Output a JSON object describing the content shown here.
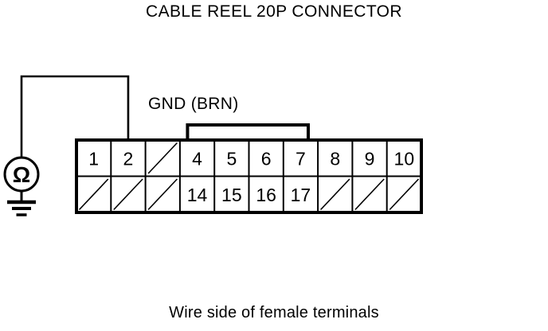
{
  "diagram": {
    "title": "CABLE REEL 20P CONNECTOR",
    "caption": "Wire side of female terminals",
    "wire_label": "GND (BRN)",
    "meter": {
      "type": "ohmmeter",
      "symbol": "Ω",
      "name": "ohmmeter-symbol"
    },
    "ground": {
      "name": "chassis-ground-symbol",
      "bars": 3
    },
    "probe_wire": {
      "from": "ohmmeter",
      "to_pin": "2",
      "label": "GND (BRN)"
    },
    "connector": {
      "name": "cable-reel-20p-connector",
      "columns": 10,
      "rows": 2,
      "latch_tab": true,
      "top_row": [
        {
          "label": "1",
          "blank": false
        },
        {
          "label": "2",
          "blank": false
        },
        {
          "label": "",
          "blank": true
        },
        {
          "label": "4",
          "blank": false
        },
        {
          "label": "5",
          "blank": false
        },
        {
          "label": "6",
          "blank": false
        },
        {
          "label": "7",
          "blank": false
        },
        {
          "label": "8",
          "blank": false
        },
        {
          "label": "9",
          "blank": false
        },
        {
          "label": "10",
          "blank": false
        }
      ],
      "bottom_row": [
        {
          "label": "",
          "blank": true
        },
        {
          "label": "",
          "blank": true
        },
        {
          "label": "",
          "blank": true
        },
        {
          "label": "14",
          "blank": false
        },
        {
          "label": "15",
          "blank": false
        },
        {
          "label": "16",
          "blank": false
        },
        {
          "label": "17",
          "blank": false
        },
        {
          "label": "",
          "blank": true
        },
        {
          "label": "",
          "blank": true
        },
        {
          "label": "",
          "blank": true
        }
      ]
    },
    "colors": {
      "ink": "#000000",
      "background": "#ffffff"
    }
  }
}
